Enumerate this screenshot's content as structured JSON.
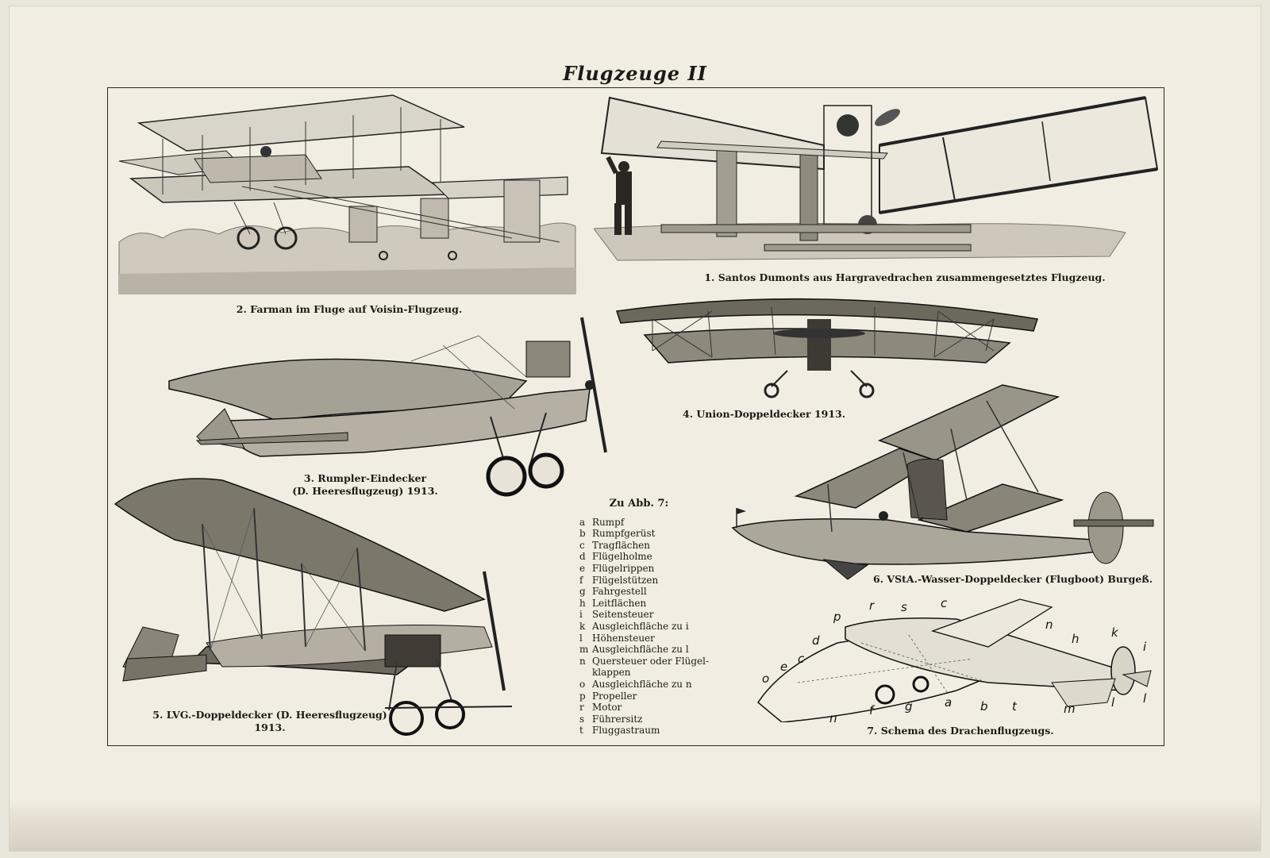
{
  "title": "Flugzeuge II",
  "figures": [
    {
      "id": "fig1",
      "caption": "1. Santos Dumonts aus Hargravedrachen zusammengesetztes Flugzeug."
    },
    {
      "id": "fig2",
      "caption": "2. Farman im Fluge auf Voisin-Flugzeug."
    },
    {
      "id": "fig3",
      "caption_lines": [
        "3. Rumpler-Eindecker",
        "(D. Heeresflugzeug) 1913."
      ]
    },
    {
      "id": "fig4",
      "caption": "4. Union-Doppeldecker 1913."
    },
    {
      "id": "fig5",
      "caption_lines": [
        "5. LVG.-Doppeldecker (D. Heeresflugzeug)",
        "1913."
      ]
    },
    {
      "id": "fig6",
      "caption": "6. VStA.-Wasser-Doppeldecker (Flugboot) Burgeß."
    },
    {
      "id": "fig7",
      "caption": "7. Schema des Drachenflugzeugs."
    }
  ],
  "legend": {
    "heading": "Zu Abb. 7:",
    "items": [
      {
        "key": "a",
        "text": "Rumpf"
      },
      {
        "key": "b",
        "text": "Rumpfgerüst"
      },
      {
        "key": "c",
        "text": "Tragflächen"
      },
      {
        "key": "d",
        "text": "Flügelholme"
      },
      {
        "key": "e",
        "text": "Flügelrippen"
      },
      {
        "key": "f",
        "text": "Flügelstützen"
      },
      {
        "key": "g",
        "text": "Fahrgestell"
      },
      {
        "key": "h",
        "text": "Leitflächen"
      },
      {
        "key": "i",
        "text": "Seitensteuer"
      },
      {
        "key": "k",
        "text": "Ausgleichfläche zu i"
      },
      {
        "key": "l",
        "text": "Höhensteuer"
      },
      {
        "key": "m",
        "text": "Ausgleichfläche zu l"
      },
      {
        "key": "n",
        "text": "Quersteuer oder Flügel-"
      },
      {
        "key": "",
        "text": "klappen"
      },
      {
        "key": "o",
        "text": "Ausgleichfläche zu n"
      },
      {
        "key": "p",
        "text": "Propeller"
      },
      {
        "key": "r",
        "text": "Motor"
      },
      {
        "key": "s",
        "text": "Führersitz"
      },
      {
        "key": "t",
        "text": "Fluggastraum"
      }
    ]
  },
  "schema_labels": [
    "p",
    "r",
    "s",
    "c",
    "n",
    "d",
    "h",
    "k",
    "i",
    "e",
    "c",
    "o",
    "f",
    "g",
    "a",
    "b",
    "t",
    "m",
    "l",
    "l",
    "n"
  ]
}
